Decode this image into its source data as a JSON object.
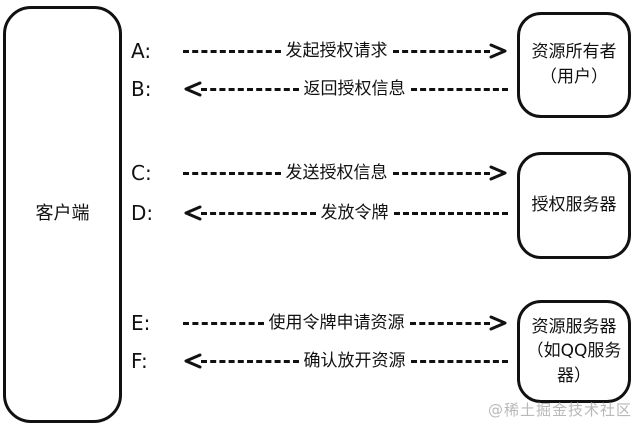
{
  "page": {
    "background": "#ffffff",
    "line_color": "#111111",
    "watermark_color": "#b9b9b9"
  },
  "client_box": {
    "label": "客户端"
  },
  "right_boxes": [
    {
      "label": "资源所有者（用户）"
    },
    {
      "label": "授权服务器"
    },
    {
      "label": "资源服务器（如QQ服务器）"
    }
  ],
  "rows": [
    {
      "label": "A:",
      "text": "发起授权请求",
      "direction": "right",
      "from": "client",
      "to": "资源所有者（用户）"
    },
    {
      "label": "B:",
      "text": "返回授权信息",
      "direction": "left",
      "from": "资源所有者（用户）",
      "to": "client"
    },
    {
      "label": "C:",
      "text": "发送授权信息",
      "direction": "right",
      "from": "client",
      "to": "授权服务器"
    },
    {
      "label": "D:",
      "text": "发放令牌",
      "direction": "left",
      "from": "授权服务器",
      "to": "client"
    },
    {
      "label": "E:",
      "text": "使用令牌申请资源",
      "direction": "right",
      "from": "client",
      "to": "资源服务器（如QQ服务器）"
    },
    {
      "label": "F:",
      "text": "确认放开资源",
      "direction": "left",
      "from": "资源服务器（如QQ服务器）",
      "to": "client"
    }
  ],
  "watermark": {
    "text": "@稀土掘金技术社区"
  }
}
